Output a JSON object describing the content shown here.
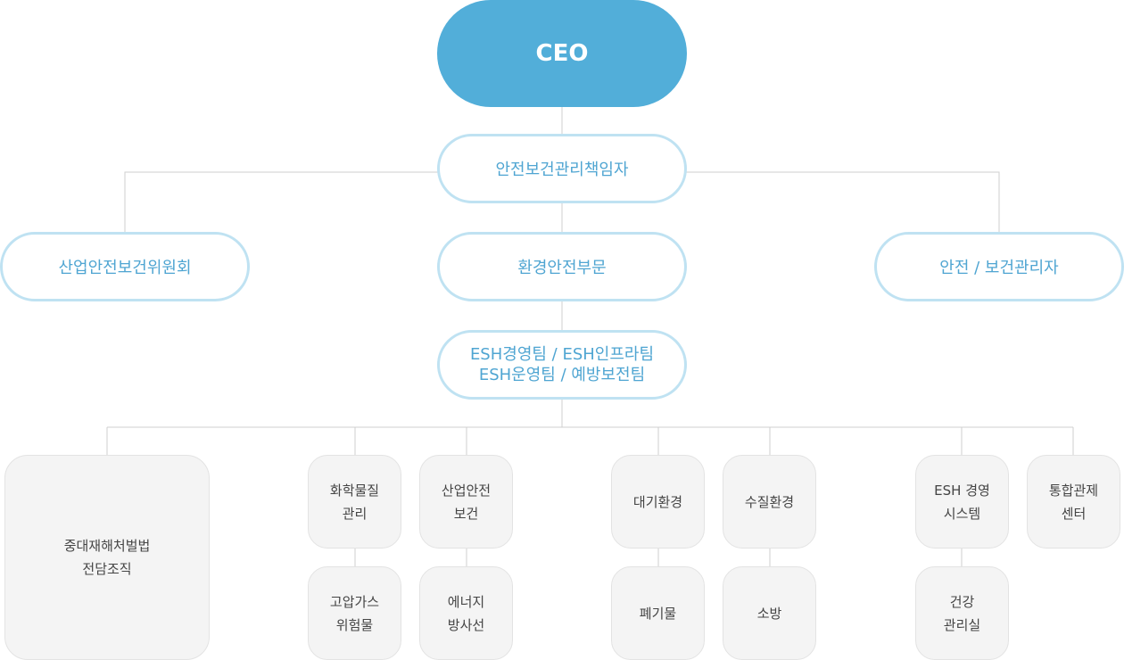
{
  "chart": {
    "ceo": "CEO",
    "safety_health_officer": "안전보건관리책임자",
    "committee": "산업안전보건위원회",
    "env_safety_dept": "환경안전부문",
    "safety_health_manager": "안전 / 보건관리자",
    "teams_line1": "ESH경영팀 / ESH인프라팀",
    "teams_line2": "ESH운영팀 / 예방보전팀"
  },
  "units": {
    "serious_accident": [
      "중대재해처벌법",
      "전담조직"
    ],
    "chemical": [
      "화학물질",
      "관리"
    ],
    "high_pressure_gas": [
      "고압가스",
      "위험물"
    ],
    "industrial_safety": [
      "산업안전",
      "보건"
    ],
    "energy": [
      "에너지",
      "방사선"
    ],
    "air": [
      "대기환경"
    ],
    "waste": [
      "폐기물"
    ],
    "water": [
      "수질환경"
    ],
    "fire": [
      "소방"
    ],
    "esh_system": [
      "ESH 경영",
      "시스템"
    ],
    "health": [
      "건강",
      "관리실"
    ],
    "control_center": [
      "통합관제",
      "센터"
    ]
  },
  "colors": {
    "ceo_fill": "#52aed9",
    "pill_border": "#bfe2f2",
    "pill_text": "#4fa5d2",
    "box_fill": "#f4f4f4",
    "box_text": "#444444",
    "connector": "#cfcfcf"
  }
}
